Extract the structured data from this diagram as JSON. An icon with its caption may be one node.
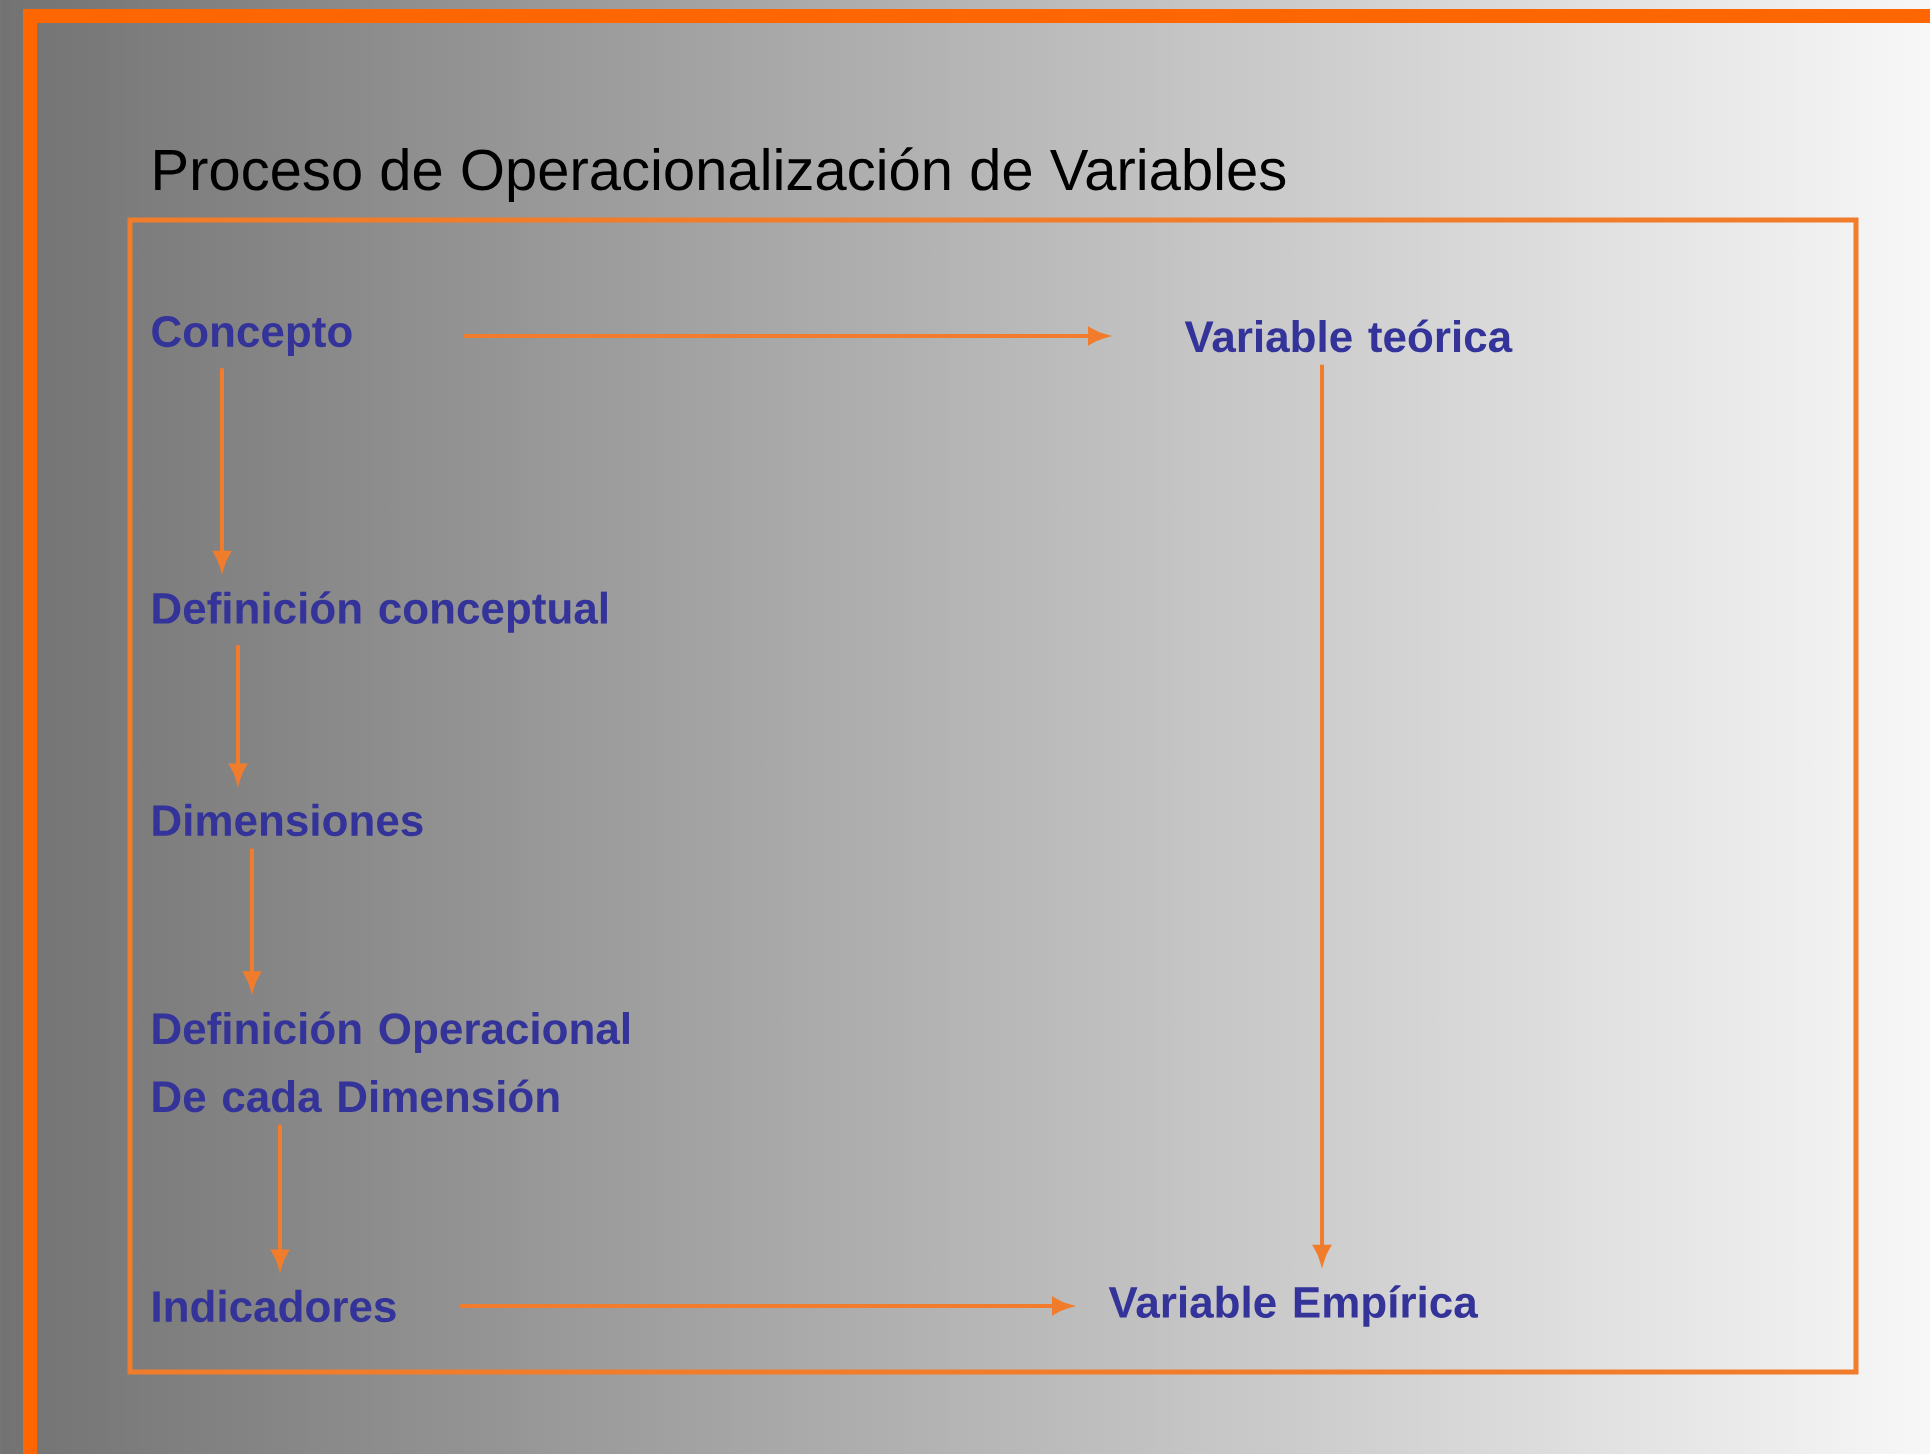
{
  "diagram": {
    "title": "Proceso de Operacionalización de Variables",
    "nodes": [
      {
        "text": [
          "Concepto"
        ]
      },
      {
        "text": [
          "Variable teórica"
        ]
      },
      {
        "text": [
          "Definición conceptual"
        ]
      },
      {
        "text": [
          "Dimensiones"
        ]
      },
      {
        "text": [
          "Definición Operacional De cada Dimensión"
        ]
      },
      {
        "text": [
          "Indicadores"
        ]
      },
      {
        "text": [
          "Variable Empírica"
        ]
      }
    ],
    "edges": [
      {
        "from": 0,
        "to": 1,
        "arrow": "to"
      },
      {
        "from": 0,
        "to": 2,
        "arrow": "to"
      },
      {
        "from": 2,
        "to": 3,
        "arrow": "to"
      },
      {
        "from": 3,
        "to": 4,
        "arrow": "to"
      },
      {
        "from": 4,
        "to": 5,
        "arrow": "to"
      },
      {
        "from": 1,
        "to": 6,
        "arrow": "to"
      },
      {
        "from": 5,
        "to": 6,
        "arrow": "to"
      }
    ]
  }
}
